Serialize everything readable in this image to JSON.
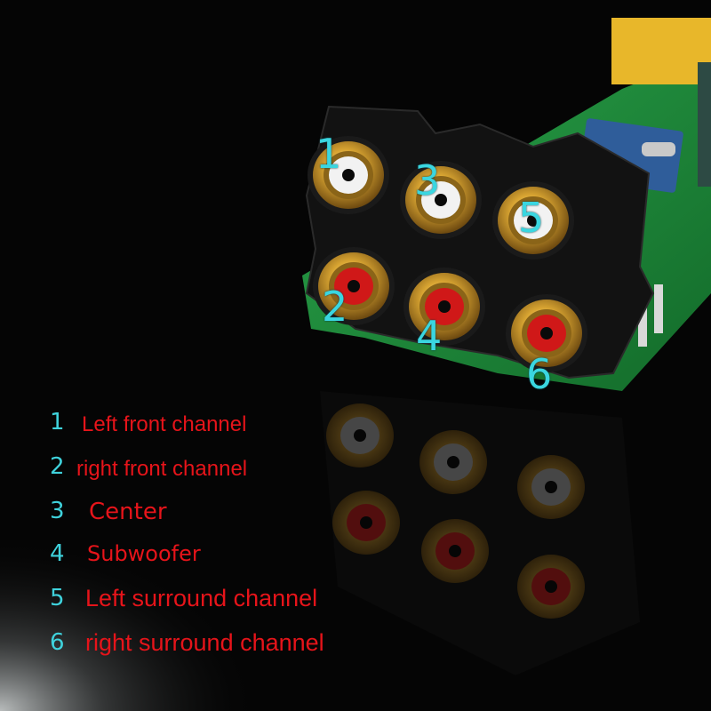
{
  "colors": {
    "number_cyan": "#3ad6e0",
    "label_red": "#e6141a",
    "pcb_green": "#1f8f3a",
    "gold": "#c79a2a",
    "white_insert": "#f2f2f2",
    "red_insert": "#d01818",
    "background": "#050505"
  },
  "jacks": [
    {
      "number": "1",
      "insert": "white"
    },
    {
      "number": "3",
      "insert": "white"
    },
    {
      "number": "5",
      "insert": "white"
    },
    {
      "number": "2",
      "insert": "red"
    },
    {
      "number": "4",
      "insert": "red"
    },
    {
      "number": "6",
      "insert": "red"
    }
  ],
  "legend": [
    {
      "number": "1",
      "label": "Left front channel"
    },
    {
      "number": "2",
      "label": "right front channel"
    },
    {
      "number": "3",
      "label": "Center"
    },
    {
      "number": "4",
      "label": "Subwoofer"
    },
    {
      "number": "5",
      "label": "Left surround channel"
    },
    {
      "number": "6",
      "label": "right surround channel"
    }
  ]
}
